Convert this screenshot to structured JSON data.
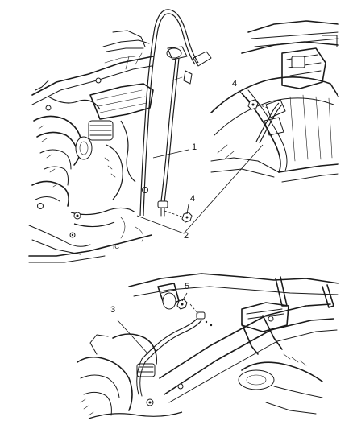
{
  "callouts": {
    "c1": "1",
    "c2": "2",
    "c3": "3",
    "c4a": "4",
    "c4b": "4",
    "c5": "5"
  },
  "stamp": "IC"
}
